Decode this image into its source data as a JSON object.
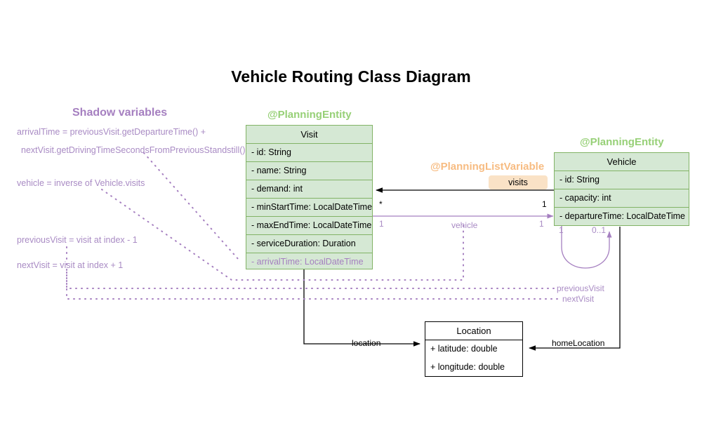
{
  "diagram": {
    "title": "Vehicle Routing Class Diagram",
    "colors": {
      "entity_fill": "#d5e8d4",
      "entity_border": "#82b366",
      "stereotype_green": "#97d077",
      "stereotype_orange": "#f7bc82",
      "shadow_purple": "#a98bc4",
      "badge_fill": "#fae2c6",
      "plain_border": "#000000"
    }
  },
  "shadow_panel": {
    "heading": "Shadow variables",
    "lines": [
      "arrivalTime = previousVisit.getDepartureTime() +",
      "nextVisit.getDrivingTimeSecondsFromPreviousStandstill()",
      "vehicle = inverse of Vehicle.visits",
      "previousVisit = visit at index - 1",
      "nextVisit = visit at index + 1"
    ]
  },
  "classes": {
    "visit": {
      "stereotype": "@PlanningEntity",
      "name": "Visit",
      "attributes": [
        {
          "text": "- id: String",
          "shadow": false
        },
        {
          "text": "- name: String",
          "shadow": false
        },
        {
          "text": "- demand: int",
          "shadow": false
        },
        {
          "text": "- minStartTime: LocalDateTime",
          "shadow": false
        },
        {
          "text": "- maxEndTime: LocalDateTime",
          "shadow": false
        },
        {
          "text": "- serviceDuration: Duration",
          "shadow": false
        },
        {
          "text": "- arrivalTime: LocalDateTime",
          "shadow": true
        }
      ]
    },
    "vehicle": {
      "stereotype": "@PlanningEntity",
      "name": "Vehicle",
      "attributes": [
        {
          "text": "- id: String",
          "shadow": false
        },
        {
          "text": "- capacity: int",
          "shadow": false
        },
        {
          "text": "- departureTime: LocalDateTime",
          "shadow": false
        }
      ]
    },
    "location": {
      "name": "Location",
      "attributes": [
        {
          "text": "+ latitude: double",
          "shadow": false
        },
        {
          "text": "+ longitude: double",
          "shadow": false
        }
      ]
    }
  },
  "annotations": {
    "planning_list_variable": "@PlanningListVariable",
    "visits_badge": "visits"
  },
  "edges": {
    "visits": {
      "label": "visits",
      "source_mult": "1",
      "target_mult": "*"
    },
    "vehicle": {
      "label": "vehicle",
      "source_mult": "1",
      "target_mult": "1"
    },
    "self_loop": {
      "source_mult": "1",
      "target_mult": "0..1"
    },
    "previous_visit": {
      "label": "previousVisit"
    },
    "next_visit": {
      "label": "nextVisit"
    },
    "location": {
      "label": "location"
    },
    "home_location": {
      "label": "homeLocation"
    }
  }
}
